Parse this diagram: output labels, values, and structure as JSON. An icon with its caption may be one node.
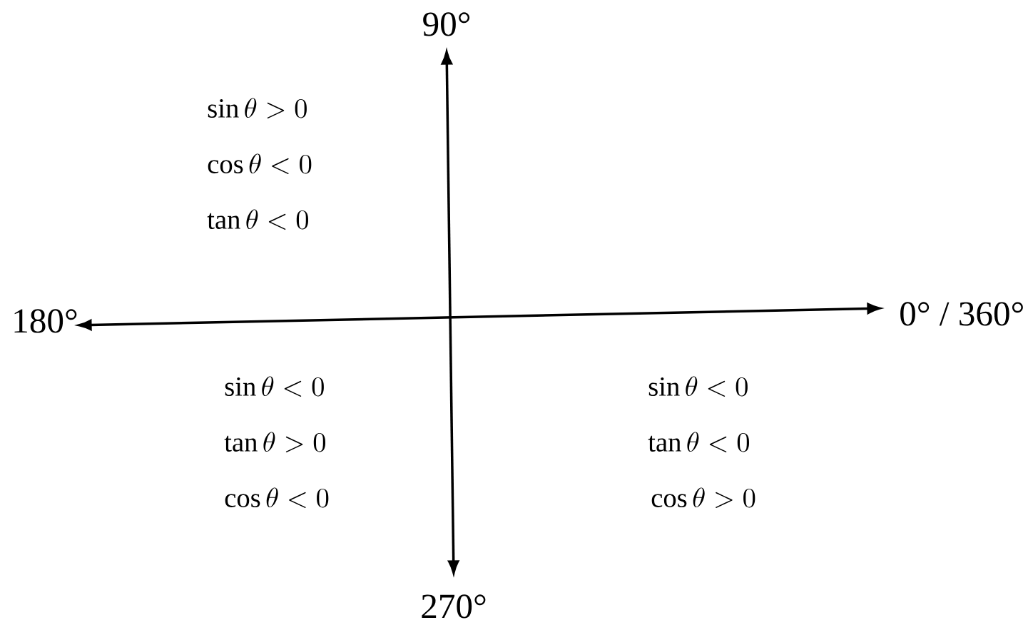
{
  "diagram": {
    "labels": [
      "90°",
      "\\sin\\theta > 0",
      "\\cos\\theta < 0",
      "\\tan\\theta < 0",
      "180°",
      "0° / 360°",
      "\\sin\\theta < 0",
      "\\sin\\theta < 0",
      "\\tan\\theta > 0",
      "\\tan\\theta < 0",
      "\\cos\\theta < 0",
      "\\cos\\theta > 0",
      "270°"
    ]
  }
}
